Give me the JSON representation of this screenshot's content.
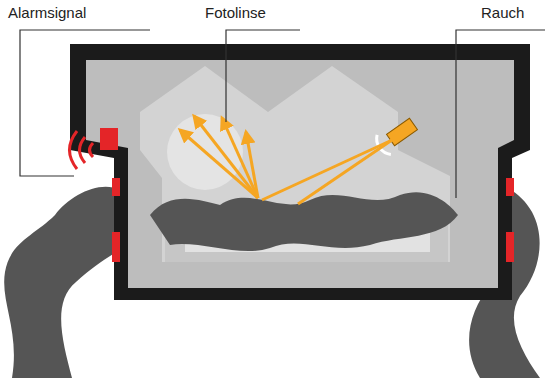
{
  "diagram": {
    "labels": [
      "Alarmsignal",
      "Fotolinse",
      "Rauch"
    ]
  }
}
